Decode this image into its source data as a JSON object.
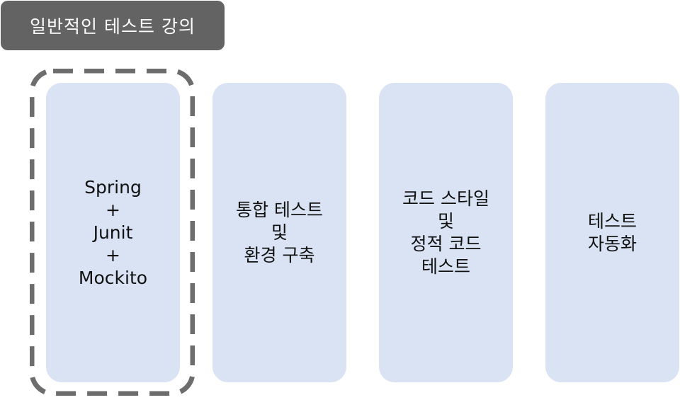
{
  "header": {
    "title": "일반적인 테스트 강의"
  },
  "cards": [
    {
      "lines": [
        "Spring",
        "+",
        "Junit",
        "+",
        "Mockito"
      ],
      "highlighted": true
    },
    {
      "lines": [
        "통합 테스트",
        "및",
        "환경 구축"
      ],
      "highlighted": false
    },
    {
      "lines": [
        "코드 스타일",
        "및",
        "정적 코드",
        "테스트"
      ],
      "highlighted": false
    },
    {
      "lines": [
        "테스트",
        "자동화"
      ],
      "highlighted": false
    }
  ],
  "colors": {
    "title_bg": "#636363",
    "title_text": "#ffffff",
    "card_bg": "#dae3f3",
    "dash": "#6d6d6d",
    "text": "#111111"
  }
}
